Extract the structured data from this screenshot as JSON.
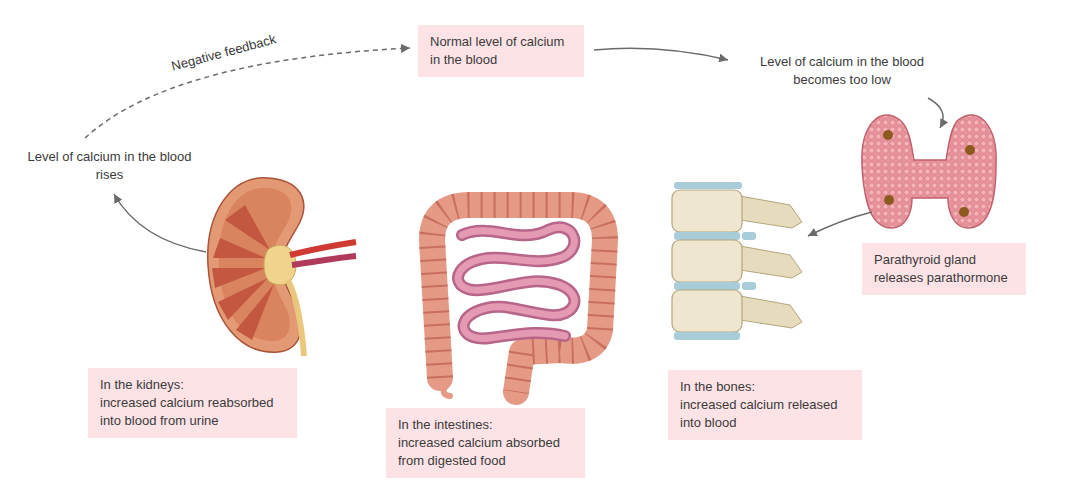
{
  "diagram": {
    "nodes": [
      {
        "text": [
          "Normal level of calcium in the blood"
        ]
      },
      {
        "text": [
          "Parathyroid gland releases parathormone"
        ]
      },
      {
        "text": [
          "In the kidneys:",
          "increased calcium reabsorbed into blood from urine"
        ]
      },
      {
        "text": [
          "In the intestines:",
          "increased calcium absorbed from digested food"
        ]
      },
      {
        "text": [
          "In the bones:",
          "increased calcium released into blood"
        ]
      }
    ],
    "labels": [
      "Negative feedback",
      "Level of calcium in the blood becomes too low",
      "Level of calcium in the blood rises"
    ]
  }
}
